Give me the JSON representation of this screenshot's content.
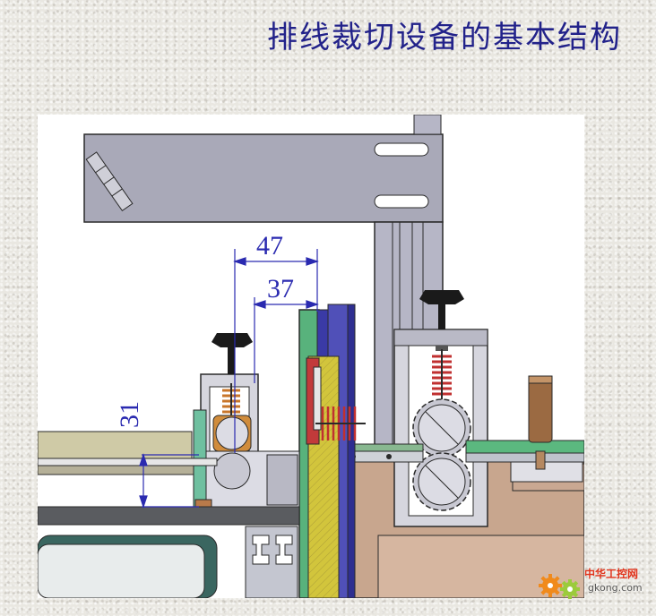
{
  "title": "排线裁切设备的基本结构",
  "dimensions": {
    "top": "47",
    "middle": "37",
    "vertical": "31"
  },
  "watermark": {
    "cn": "中华工控网",
    "en": "gkong.com",
    "icon": "gear-icon"
  },
  "colors": {
    "title": "#22228a",
    "dimension": "#2a2ab0",
    "steel": "#a8a9b8",
    "outline": "#2a2a2a",
    "green": "#4fb07a",
    "yellow": "#d2c53c",
    "blue_plate": "#3c3ca8",
    "brown": "#9b6a42",
    "spring": "#c03030"
  }
}
